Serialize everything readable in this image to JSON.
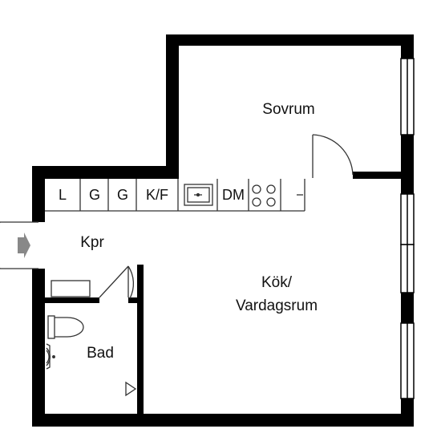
{
  "rooms": {
    "sovrum": "Sovrum",
    "kpr": "Kpr",
    "kok_line1": "Kök/",
    "kok_line2": "Vardagsrum",
    "bad": "Bad"
  },
  "cabinets": {
    "l": "L",
    "g1": "G",
    "g2": "G",
    "kf": "K/F",
    "dm": "DM"
  },
  "colors": {
    "wall": "#000000",
    "line": "#333333",
    "entrance_arrow": "#888888",
    "background": "#ffffff"
  }
}
